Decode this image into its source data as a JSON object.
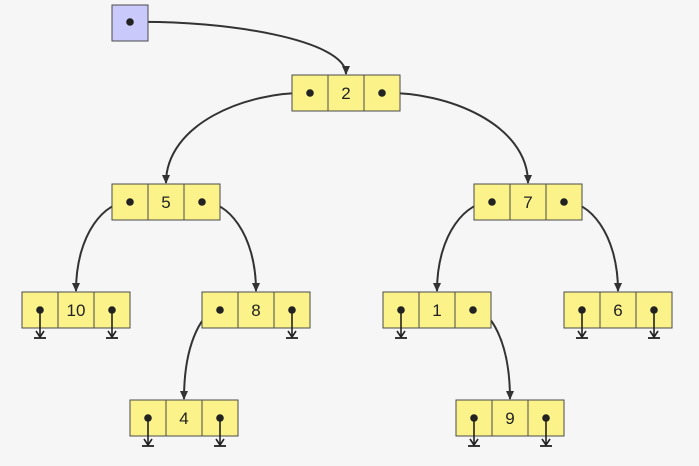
{
  "diagram": {
    "root_pointer_icon": "pointer-box-icon",
    "colors": {
      "node_fill": "#fbf28a",
      "root_fill": "#c9c9fb",
      "stroke": "#4a4a4a",
      "background": "#f6f6f6"
    },
    "nodes": [
      {
        "id": "n2",
        "value": "2",
        "left": "n5",
        "right": "n7"
      },
      {
        "id": "n5",
        "value": "5",
        "left": "n10",
        "right": "n8"
      },
      {
        "id": "n7",
        "value": "7",
        "left": "n1",
        "right": "n6"
      },
      {
        "id": "n10",
        "value": "10",
        "left": null,
        "right": null
      },
      {
        "id": "n8",
        "value": "8",
        "left": "n4",
        "right": null
      },
      {
        "id": "n1",
        "value": "1",
        "left": null,
        "right": "n9"
      },
      {
        "id": "n6",
        "value": "6",
        "left": null,
        "right": null
      },
      {
        "id": "n4",
        "value": "4",
        "left": null,
        "right": null
      },
      {
        "id": "n9",
        "value": "9",
        "left": null,
        "right": null
      }
    ]
  }
}
